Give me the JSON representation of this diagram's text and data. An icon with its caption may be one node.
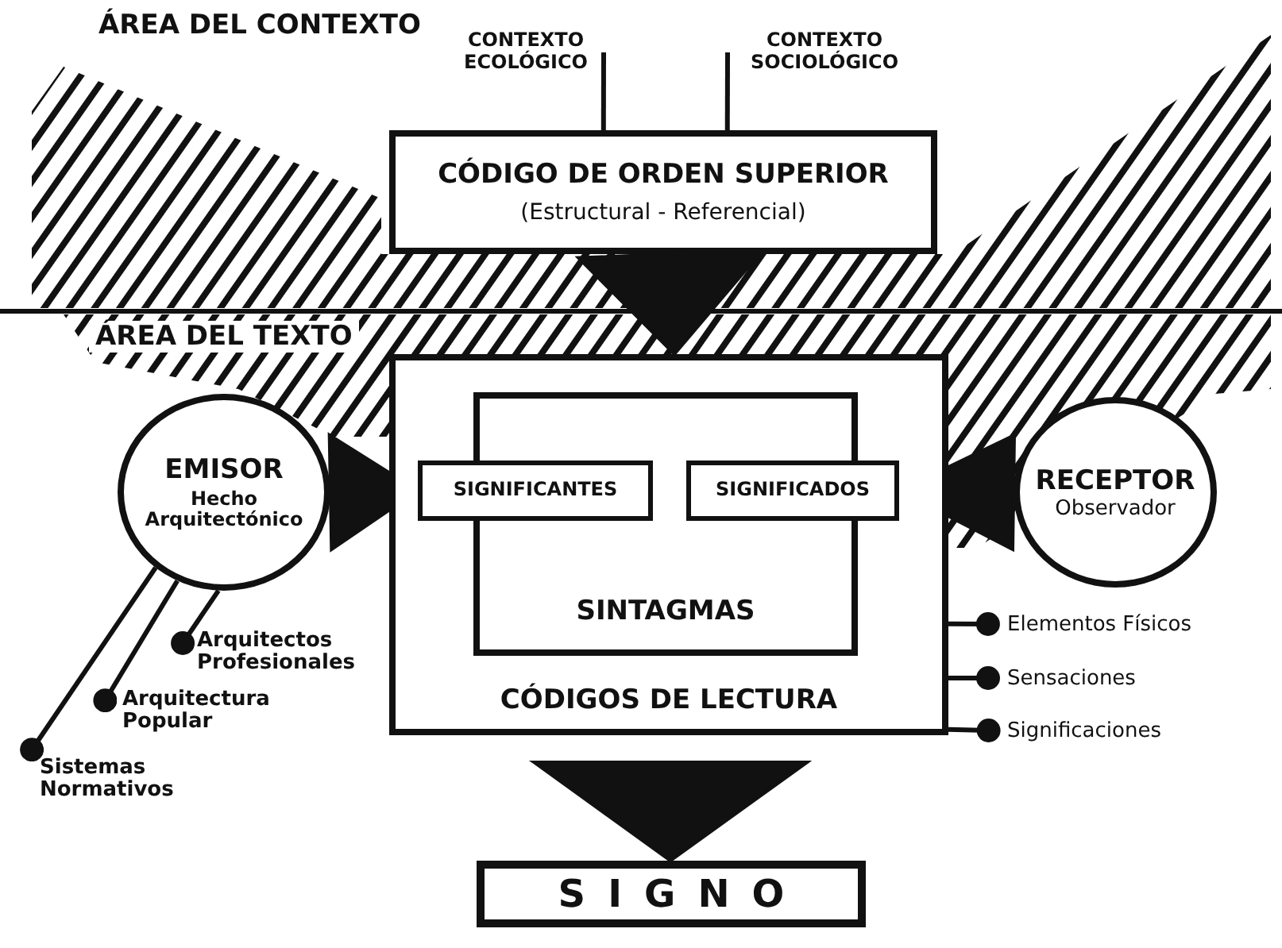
{
  "diagram": {
    "nodes": [
      {
        "text": [
          "CONTEXTO ECOLÓGICO"
        ]
      },
      {
        "text": [
          "CONTEXTO SOCIOLÓGICO"
        ]
      },
      {
        "text": [
          "CÓDIGO DE ORDEN SUPERIOR",
          "(Estructural - Referencial)"
        ]
      },
      {
        "text": [
          "EMISOR",
          "Hecho Arquitectónico"
        ]
      },
      {
        "text": [
          "CÓDIGOS DE LECTURA"
        ]
      },
      {
        "text": [
          "SINTAGMAS"
        ],
        "in": 4
      },
      {
        "text": [
          "SIGNIFICANTES"
        ],
        "in": 4
      },
      {
        "text": [
          "SIGNIFICADOS"
        ],
        "in": 4
      },
      {
        "text": [
          "RECEPTOR",
          "Observador"
        ]
      },
      {
        "text": [
          "Arquitectos Profesionales"
        ]
      },
      {
        "text": [
          "Arquitectura Popular"
        ]
      },
      {
        "text": [
          "Sistemas Normativos"
        ]
      },
      {
        "text": [
          "Elementos Físicos"
        ]
      },
      {
        "text": [
          "Sensaciones"
        ]
      },
      {
        "text": [
          "Significaciones"
        ]
      },
      {
        "text": [
          "SIGNO"
        ]
      }
    ],
    "edges": [
      {
        "from": 0,
        "to": 2,
        "arrow": "none"
      },
      {
        "from": 1,
        "to": 2,
        "arrow": "none"
      },
      {
        "from": 2,
        "to": 4,
        "arrow": "to"
      },
      {
        "from": 3,
        "to": 6,
        "arrow": "to"
      },
      {
        "from": 8,
        "to": 7,
        "arrow": "to"
      },
      {
        "from": 9,
        "to": 3,
        "arrow": "other"
      },
      {
        "from": 10,
        "to": 3,
        "arrow": "other"
      },
      {
        "from": 11,
        "to": 3,
        "arrow": "other"
      },
      {
        "from": 12,
        "to": 4,
        "arrow": "other"
      },
      {
        "from": 13,
        "to": 4,
        "arrow": "other"
      },
      {
        "from": 14,
        "to": 4,
        "arrow": "other"
      },
      {
        "from": 4,
        "to": 15,
        "arrow": "to"
      }
    ],
    "labels": [
      "ÁREA DEL CONTEXTO",
      "ÁREA DEL TEXTO"
    ]
  }
}
